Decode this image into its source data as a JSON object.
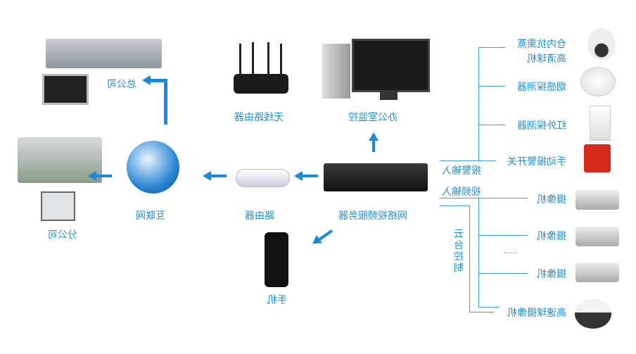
{
  "colors": {
    "text": "#1f8fd2",
    "line": "#3a9ad6",
    "arrow": "#1a8ad4"
  },
  "mirrored": true,
  "nodes": {
    "head_office": "总公司",
    "branch_office": "分公司",
    "internet": "互联网",
    "router": "路由器",
    "wireless_router": "无线路由器",
    "office_monitor": "办公室监控",
    "server": "网络视频服务器",
    "phone": "手机"
  },
  "groups": {
    "alarm_input": "报警输入",
    "video_input": "视频输入",
    "ptz_control": "云台控制"
  },
  "alarm_devices": [
    {
      "label": "仓内抗熏蒸",
      "label2": "高清球机",
      "icon": "ptz-dome-camera-icon"
    },
    {
      "label": "烟感探测器",
      "icon": "smoke-detector-icon"
    },
    {
      "label": "红外探测器",
      "icon": "infrared-detector-icon"
    },
    {
      "label": "手动报警开关",
      "icon": "manual-alarm-switch-icon"
    }
  ],
  "video_devices": [
    {
      "label": "摄像机",
      "icon": "bullet-camera-icon"
    },
    {
      "label": "摄像机",
      "icon": "bullet-camera-icon"
    },
    {
      "label": "......"
    },
    {
      "label": "摄像机",
      "icon": "bullet-camera-icon"
    },
    {
      "label": "高速球摄像机",
      "icon": "speed-dome-camera-icon"
    }
  ]
}
